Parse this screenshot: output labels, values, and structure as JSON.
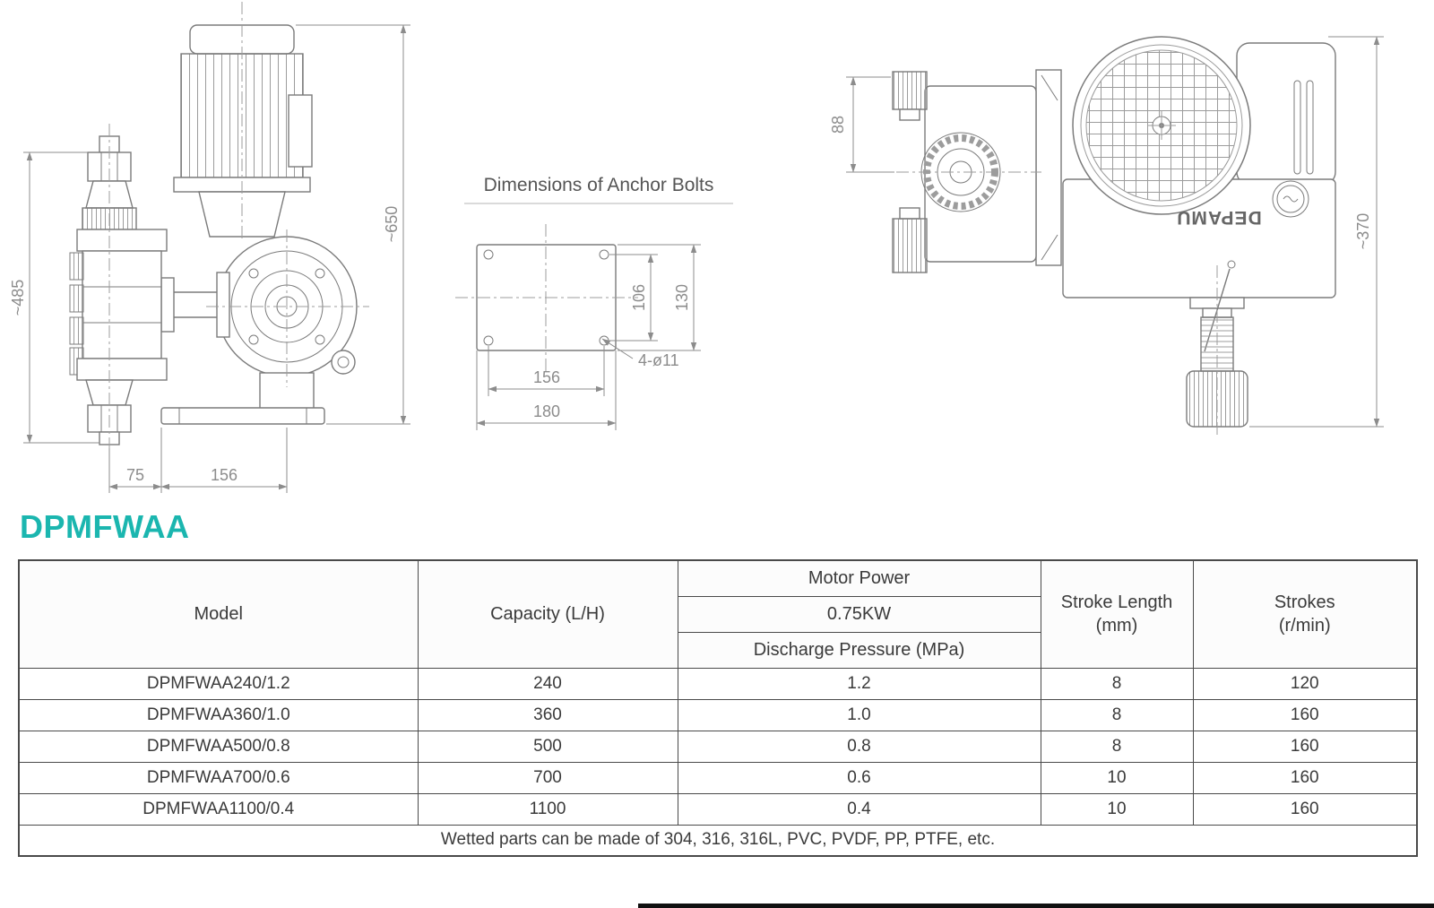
{
  "page": {
    "title": "DPMFWAA"
  },
  "colors": {
    "accent_teal": "#1bb6af",
    "drawing_line": "#7b7b7b",
    "dimension_gray": "#8c8c8c",
    "table_border": "#4a4a4a",
    "bottom_bar": "#101010"
  },
  "drawings": {
    "front_view": {
      "dims": {
        "overall_height": "~650",
        "head_height": "~485",
        "base_offset": "75",
        "base_width": "156"
      }
    },
    "anchor_bolts": {
      "title": "Dimensions of Anchor Bolts",
      "dims": {
        "hole_spacing_vertical": "106",
        "plate_height": "130",
        "hole_spacing_horizontal": "156",
        "plate_width": "180",
        "holes_callout": "4-ø11"
      }
    },
    "side_view": {
      "brand": "DEPAMU",
      "dims": {
        "head_offset": "88",
        "overall_height": "~370"
      }
    }
  },
  "table": {
    "headers": {
      "model": "Model",
      "capacity": "Capacity (L/H)",
      "motor_power": "Motor Power",
      "motor_power_value": "0.75KW",
      "discharge_pressure": "Discharge Pressure (MPa)",
      "stroke_length_line1": "Stroke Length",
      "stroke_length_line2": "(mm)",
      "strokes_line1": "Strokes",
      "strokes_line2": "(r/min)"
    },
    "rows": [
      {
        "model": "DPMFWAA240/1.2",
        "capacity": "240",
        "discharge_pressure": "1.2",
        "stroke_length": "8",
        "strokes": "120"
      },
      {
        "model": "DPMFWAA360/1.0",
        "capacity": "360",
        "discharge_pressure": "1.0",
        "stroke_length": "8",
        "strokes": "160"
      },
      {
        "model": "DPMFWAA500/0.8",
        "capacity": "500",
        "discharge_pressure": "0.8",
        "stroke_length": "8",
        "strokes": "160"
      },
      {
        "model": "DPMFWAA700/0.6",
        "capacity": "700",
        "discharge_pressure": "0.6",
        "stroke_length": "10",
        "strokes": "160"
      },
      {
        "model": "DPMFWAA1100/0.4",
        "capacity": "1100",
        "discharge_pressure": "0.4",
        "stroke_length": "10",
        "strokes": "160"
      }
    ],
    "footnote": "Wetted parts can be made of 304, 316, 316L, PVC, PVDF, PP, PTFE, etc."
  }
}
